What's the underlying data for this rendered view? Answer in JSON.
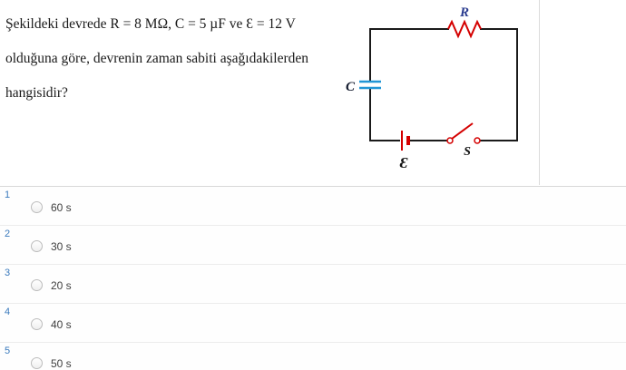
{
  "question": {
    "lines": [
      "Şekildeki devrede R = 8 MΩ, C = 5 µF ve Ɛ = 12 V",
      "olduğuna göre, devrenin zaman sabiti aşağıdakilerden",
      "hangisidir?"
    ]
  },
  "circuit": {
    "resistor_label": "R",
    "capacitor_label": "C",
    "battery_label": "Ɛ",
    "switch_label": "S",
    "colors": {
      "wire": "#1a1a1a",
      "resistor": "#d40000",
      "capacitor": "#2196d6",
      "battery": "#d40000",
      "switch": "#d40000",
      "resistor_label": "#2b3c8f"
    }
  },
  "options": [
    {
      "number": "1",
      "label": "60 s"
    },
    {
      "number": "2",
      "label": "30 s"
    },
    {
      "number": "3",
      "label": "20 s"
    },
    {
      "number": "4",
      "label": "40 s"
    },
    {
      "number": "5",
      "label": "50 s"
    }
  ]
}
